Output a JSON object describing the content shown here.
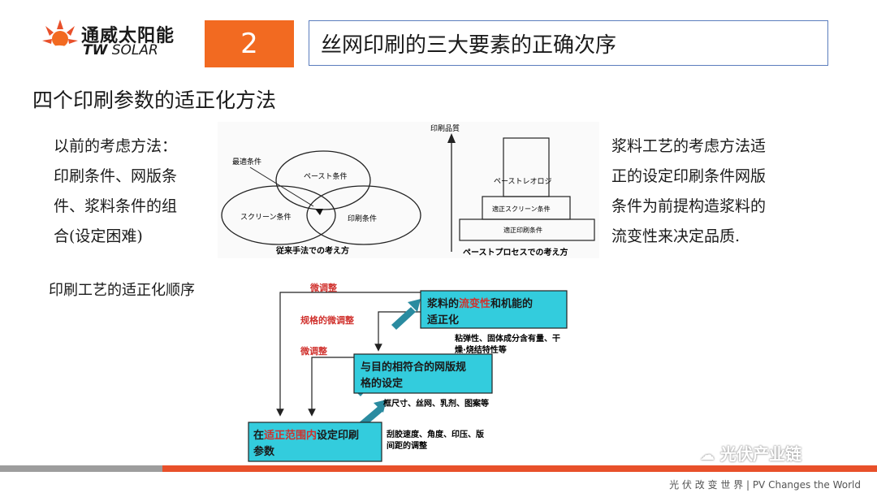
{
  "logo": {
    "cn": "通威太阳能",
    "en_prefix": "TW",
    "en_suffix": " SOLAR"
  },
  "slide_number": "2",
  "slide_title": "丝网印刷的三大要素的正确次序",
  "section_heading": "四个印刷参数的适正化方法",
  "left_text": [
    "以前的考虑方法：",
    "印刷条件、网版条",
    "件、浆料条件的组",
    "合(设定困难)"
  ],
  "right_text": [
    "浆料工艺的考虑方法适",
    "正的设定印刷条件网版",
    "条件为前提构造浆料的",
    "流变性来决定品质."
  ],
  "venn": {
    "best_label": "最適条件",
    "paste": "ペースト条件",
    "screen": "スクリーン条件",
    "print": "印刷条件",
    "caption": "従来手法での考え方"
  },
  "pyramid": {
    "axis": "印刷品質",
    "top": "ペーストレオロジ",
    "mid": "適正スクリーン条件",
    "bottom": "適正印刷条件",
    "caption": "ペーストプロセスでの考え方"
  },
  "process_label": "印刷工艺的适正化顺序",
  "flow": {
    "top_tag": "微调整",
    "mid_tag": "规格的微调整",
    "low_tag": "微调整",
    "box1": {
      "pre": "浆料的",
      "hl": "流变性",
      "post": "和机能的",
      "line2": "适正化"
    },
    "box1_note": [
      "粘弹性、固体成分含有量、干",
      "燥·烧结特性等"
    ],
    "box2": [
      "与目的相符合的网版规",
      "格的设定"
    ],
    "box2_note": "框尺寸、丝网、乳剂、图案等",
    "box3": {
      "pre": "在",
      "hl": "适正范围内",
      "post": "设定印刷",
      "line2": "参数"
    },
    "box3_note": [
      "刮胶速度、角度、印压、版",
      "间距的调整"
    ]
  },
  "watermark": "光伏产业链",
  "footer_slogan": "光 伏 改 变 世 界  |  PV Changes the World",
  "colors": {
    "accent": "#f26a21",
    "flow_box": "#33ccdd",
    "red_text": "#d0312d"
  }
}
